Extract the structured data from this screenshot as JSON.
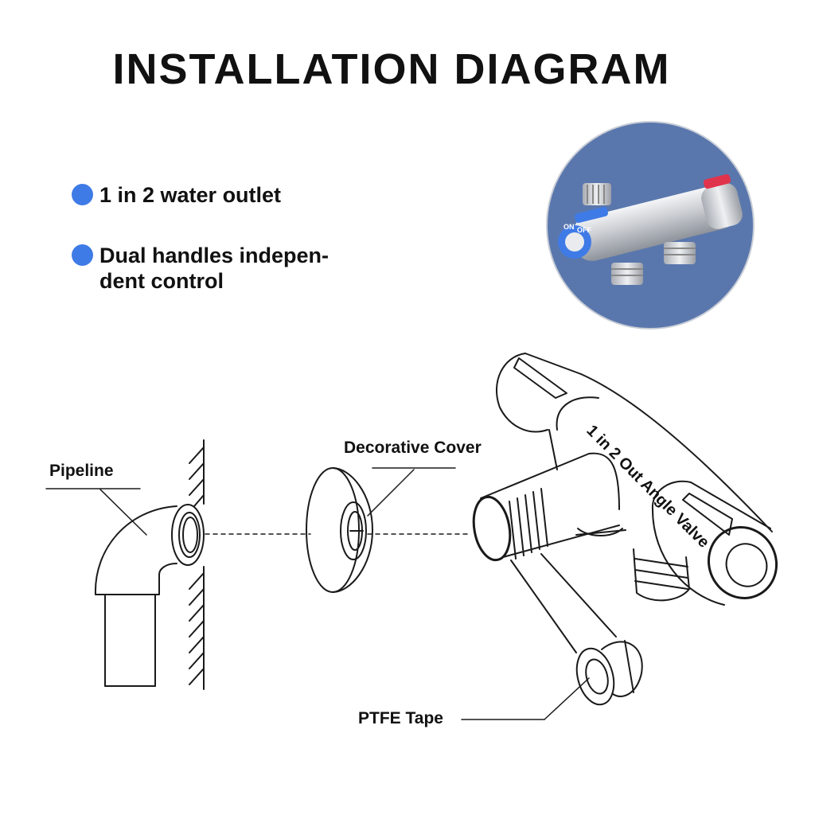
{
  "title": "INSTALLATION DIAGRAM",
  "features": [
    "1 in 2 water outlet",
    "Dual handles indepen-dent control"
  ],
  "photo": {
    "handle_text_on": "ON",
    "handle_text_off": "OFF"
  },
  "labels": {
    "pipeline": "Pipeline",
    "decorative_cover": "Decorative Cover",
    "valve": "1 in 2 Out Angle Valve",
    "ptfe_tape": "PTFE Tape"
  },
  "colors": {
    "bullet": "#3f7be6",
    "photo_background": "#5a77ad",
    "blue_handle": "#3f7be6",
    "red_handle": "#e0344d"
  }
}
